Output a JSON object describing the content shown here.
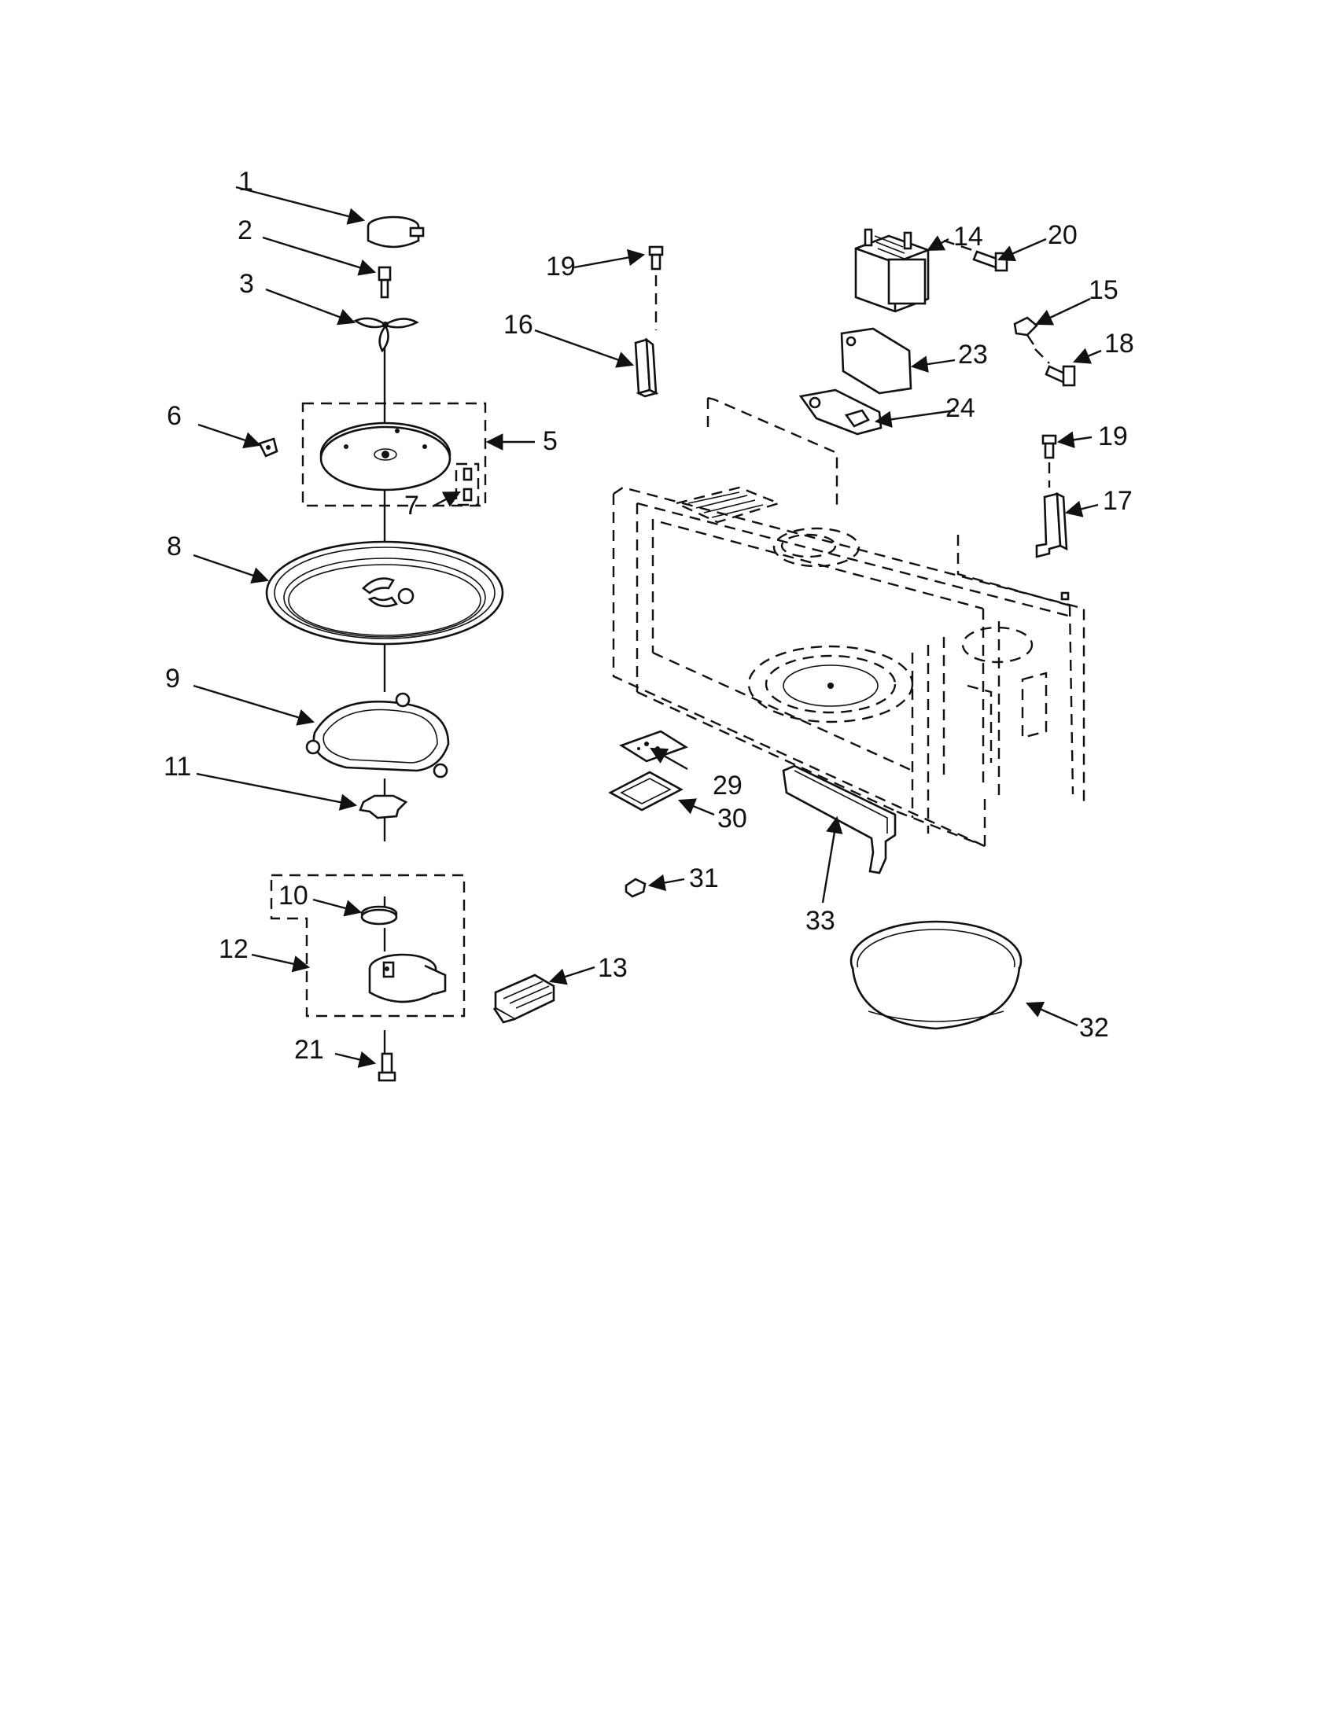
{
  "diagram": {
    "callouts": {
      "c1": "1",
      "c2": "2",
      "c3": "3",
      "c5": "5",
      "c6": "6",
      "c7": "7",
      "c8": "8",
      "c9": "9",
      "c10": "10",
      "c11": "11",
      "c12": "12",
      "c13": "13",
      "c14": "14",
      "c15": "15",
      "c16": "16",
      "c17": "17",
      "c18": "18",
      "c19a": "19",
      "c19b": "19",
      "c20": "20",
      "c21": "21",
      "c23": "23",
      "c24": "24",
      "c29": "29",
      "c30": "30",
      "c31": "31",
      "c32": "32",
      "c33": "33"
    }
  }
}
